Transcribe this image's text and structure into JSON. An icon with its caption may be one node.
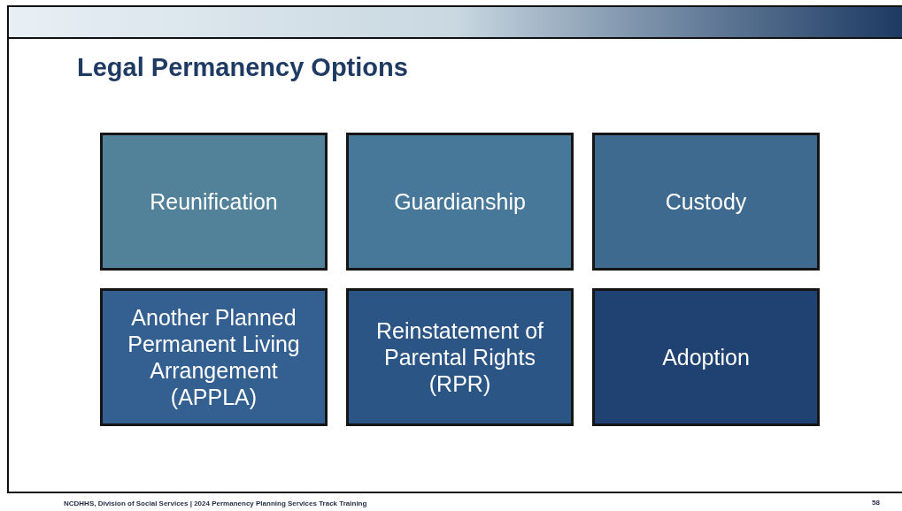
{
  "diagram": {
    "title": "Legal Permanency Options",
    "nodes": [
      {
        "text": [
          "Reunification"
        ]
      },
      {
        "text": [
          "Guardianship"
        ]
      },
      {
        "text": [
          "Custody"
        ]
      },
      {
        "text": [
          "Another Planned Permanent Living Arrangement (APPLA)"
        ]
      },
      {
        "text": [
          "Reinstatement of Parental Rights (RPR)"
        ]
      },
      {
        "text": [
          "Adoption"
        ]
      }
    ],
    "labels": [
      "NCDHHS, Division of Social Services | 2024 Permanency Planning Services Track Training",
      "58"
    ]
  }
}
